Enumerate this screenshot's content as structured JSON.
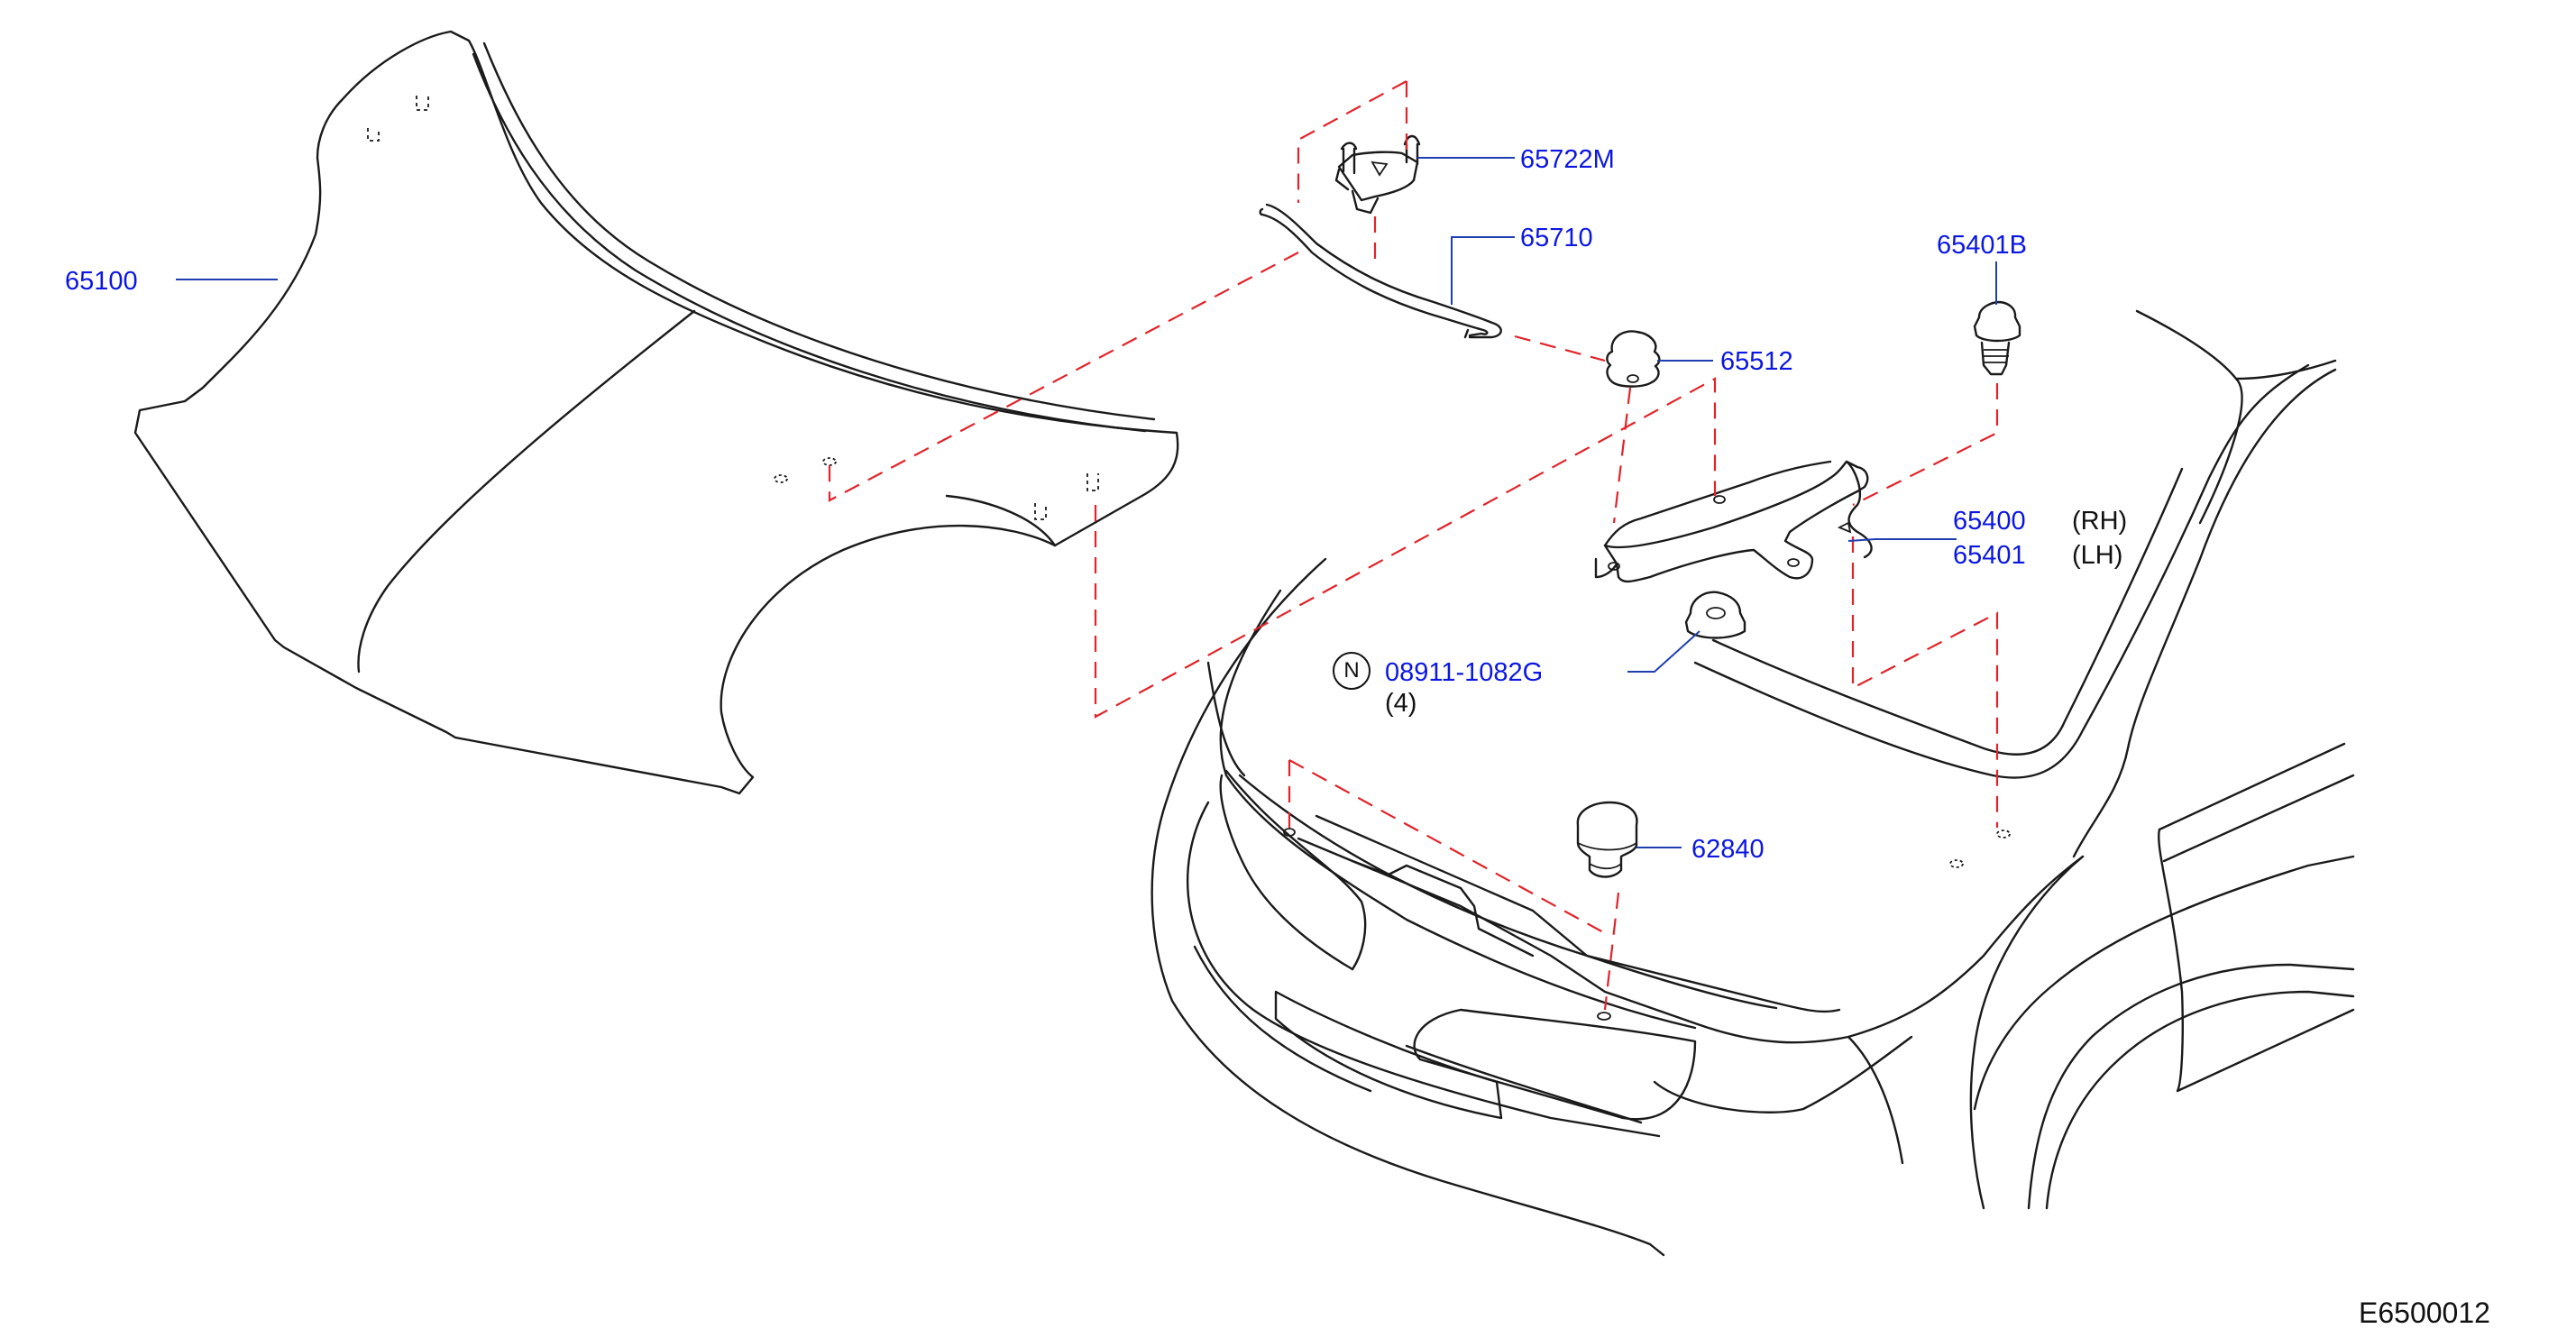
{
  "parts": [
    {
      "id": "hood",
      "number": "65100"
    },
    {
      "id": "hood-lock-bracket",
      "number": "65722M"
    },
    {
      "id": "hood-stay-rod",
      "number": "65710"
    },
    {
      "id": "stay-grommet",
      "number": "65512"
    },
    {
      "id": "hinge-bolt",
      "number": "65401B"
    },
    {
      "id": "hinge-rh",
      "number": "65400",
      "side": "(RH)"
    },
    {
      "id": "hinge-lh",
      "number": "65401",
      "side": "(LH)"
    },
    {
      "id": "nut",
      "number": "08911-1082G",
      "qty": "(4)",
      "marker": "N"
    },
    {
      "id": "hood-bumper",
      "number": "62840"
    }
  ],
  "diagram_code": "E6500012",
  "colors": {
    "label": "#0b17e0",
    "dashed_guide": "#e0242a",
    "leader": "#1f3fb0",
    "linework": "#1a1a1a"
  }
}
